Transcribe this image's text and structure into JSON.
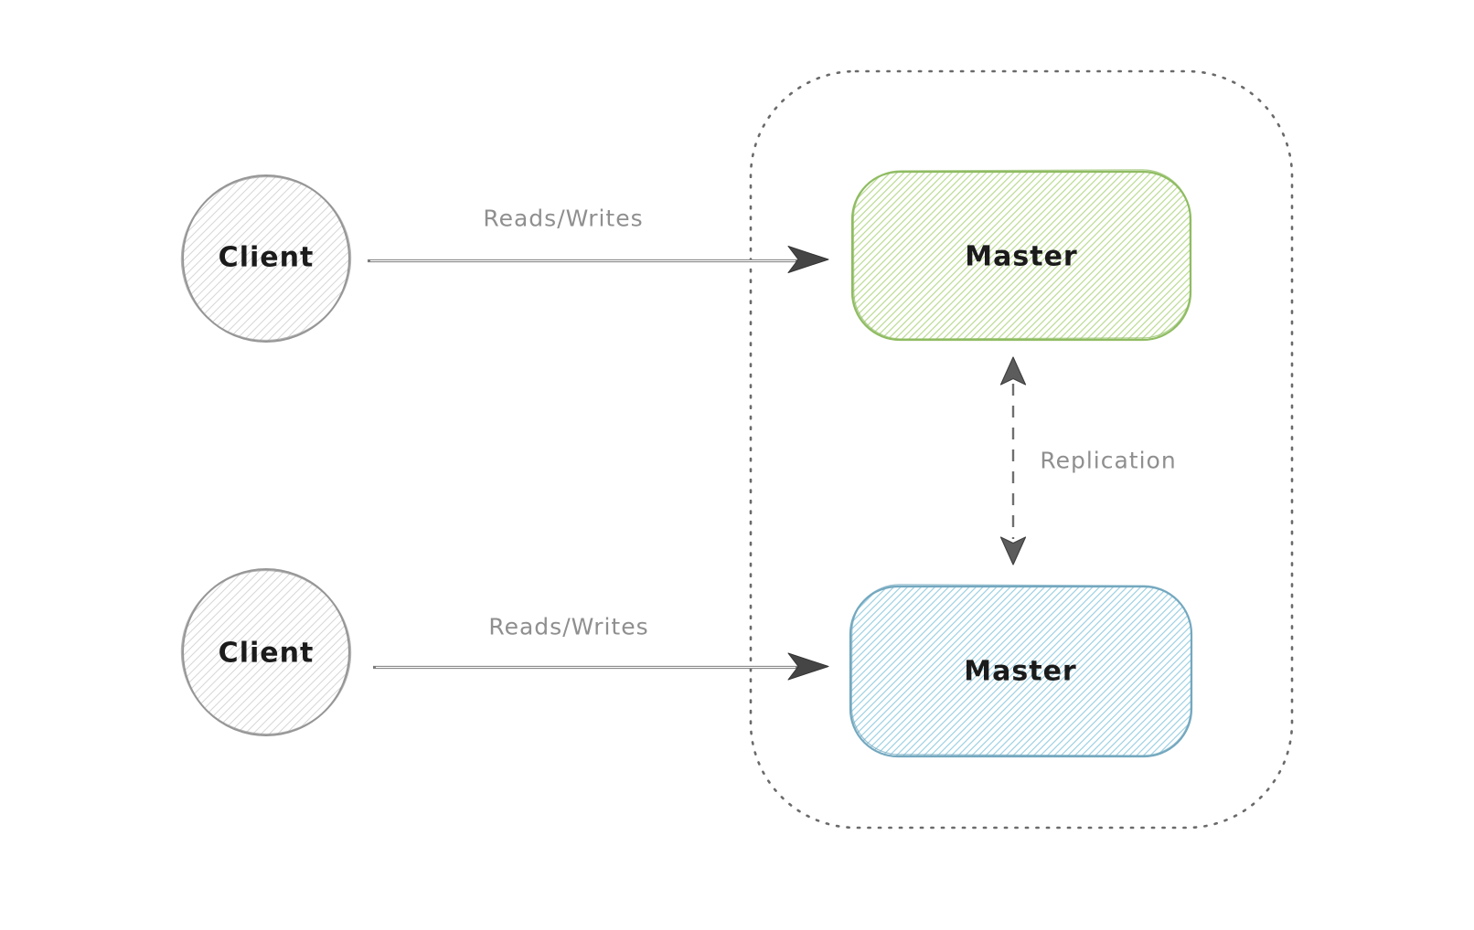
{
  "nodes": {
    "client_top": {
      "label": "Client"
    },
    "client_bottom": {
      "label": "Client"
    },
    "master_top": {
      "label": "Master"
    },
    "master_bottom": {
      "label": "Master"
    }
  },
  "edges": {
    "reads_writes_top": {
      "label": "Reads/Writes",
      "style": "solid-arrow"
    },
    "reads_writes_bottom": {
      "label": "Reads/Writes",
      "style": "solid-arrow"
    },
    "replication": {
      "label": "Replication",
      "style": "dashed-double-arrow"
    }
  },
  "group": {
    "style": "dotted-rounded-container"
  },
  "colors": {
    "background": "#ffffff",
    "master_top_stroke": "#8fbc62",
    "master_top_hatch": "#bedd97",
    "master_bottom_stroke": "#74a8bf",
    "master_bottom_hatch": "#9fd2e4",
    "client_stroke": "#969696",
    "client_hatch": "#d8d8d8",
    "container_border": "#6a6a6a",
    "arrow_line": "#7c7c7c",
    "arrowhead_fill": "#454545",
    "dashed_arrow_line": "#6e6e6e",
    "dashed_arrowhead_fill": "#5c5c5c",
    "edge_label_color": "#8f8f8f",
    "node_label_color": "#1b1b1b"
  }
}
